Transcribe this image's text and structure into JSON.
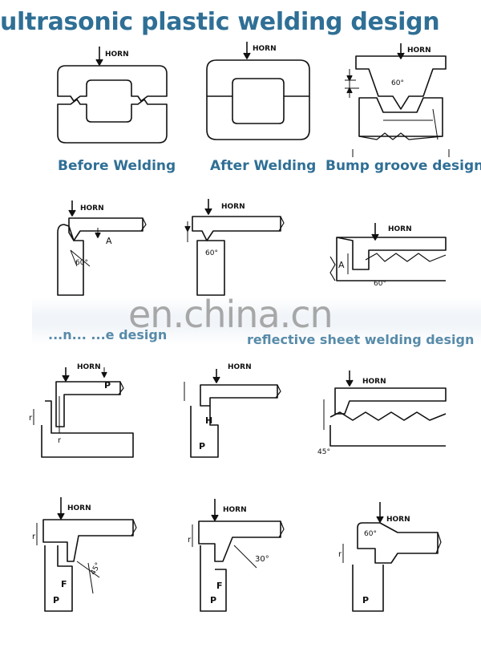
{
  "title": "ultrasonic plastic welding design",
  "captions": {
    "before": "Before Welding",
    "after": "After Welding",
    "bump": "Bump groove design",
    "standard_partial": "...n... ...e design",
    "reflective": "reflective sheet welding design"
  },
  "watermark": "en.china.cn",
  "labels": {
    "horn": "HORN",
    "a": "A",
    "p": "P",
    "h": "H",
    "r": "r",
    "f": "F",
    "deg60": "60°",
    "deg45": "45°",
    "deg30": "30°"
  }
}
